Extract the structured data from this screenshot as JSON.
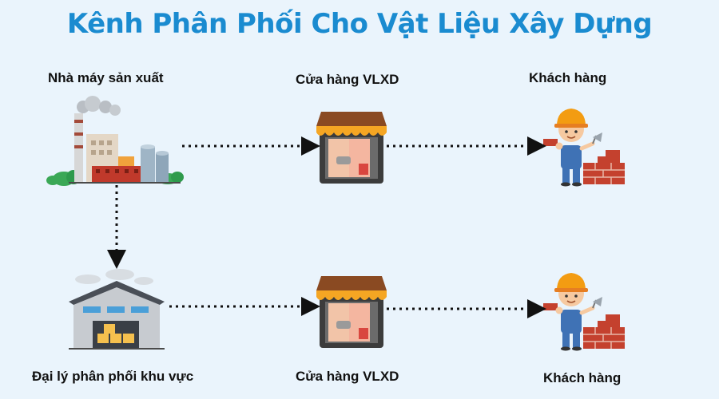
{
  "title": "Kênh Phân Phối Cho Vật Liệu Xây Dựng",
  "nodes": {
    "factory": "Nhà máy sản xuất",
    "store_top": "Cửa hàng VLXD",
    "customer_top": "Khách hàng",
    "agent": "Đại lý phân phối khu vực",
    "store_bottom": "Cửa hàng VLXD",
    "customer_bottom": "Khách hàng"
  },
  "colors": {
    "title": "#1a8bd0",
    "background": "#eaf4fc",
    "awning_orange": "#f5a623",
    "awning_brown": "#8a4a22",
    "brick": "#c4412e",
    "helmet": "#f39c12",
    "overalls": "#3f72b5"
  },
  "icons": [
    "factory-icon",
    "store-icon",
    "worker-icon",
    "warehouse-icon"
  ]
}
